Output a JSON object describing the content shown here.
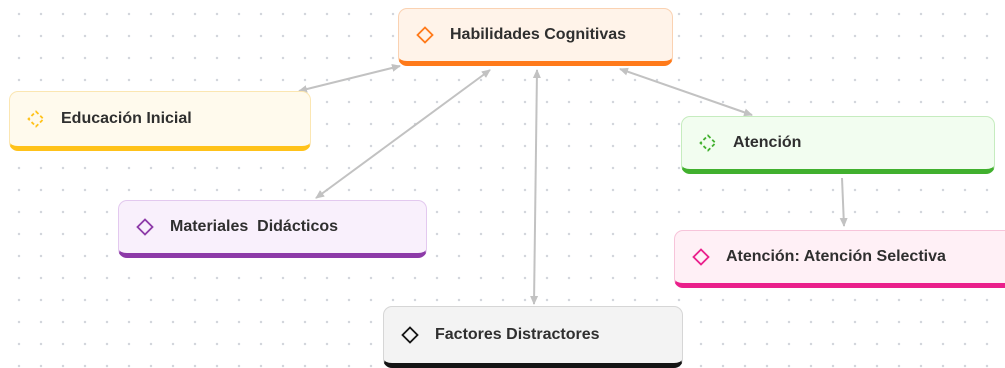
{
  "nodes": [
    {
      "id": "habilidades",
      "label": "Habilidades Cognitivas",
      "icon": "diamond-icon",
      "accent": "#ff7a1a"
    },
    {
      "id": "educacion",
      "label": "Educación Inicial",
      "icon": "dashed-diamond-icon",
      "accent": "#ffc21a"
    },
    {
      "id": "atencion",
      "label": "Atención",
      "icon": "dashed-diamond-icon",
      "accent": "#41b02e"
    },
    {
      "id": "materiales",
      "label": "Materiales  Didácticos",
      "icon": "diamond-icon",
      "accent": "#8d3aa8"
    },
    {
      "id": "atencion_sel",
      "label": "Atención: Atención Selectiva",
      "icon": "diamond-icon",
      "accent": "#ea1f8b"
    },
    {
      "id": "factores",
      "label": "Factores Distractores",
      "icon": "diamond-icon",
      "accent": "#141414"
    }
  ],
  "edges": [
    {
      "from": "habilidades",
      "to": "educacion",
      "direction": "both"
    },
    {
      "from": "habilidades",
      "to": "materiales",
      "direction": "both"
    },
    {
      "from": "habilidades",
      "to": "factores",
      "direction": "both"
    },
    {
      "from": "habilidades",
      "to": "atencion",
      "direction": "both"
    },
    {
      "from": "atencion",
      "to": "atencion_sel",
      "direction": "forward"
    }
  ],
  "colors": {
    "edge": "#c2c2c2",
    "text": "#2f2f2f"
  }
}
